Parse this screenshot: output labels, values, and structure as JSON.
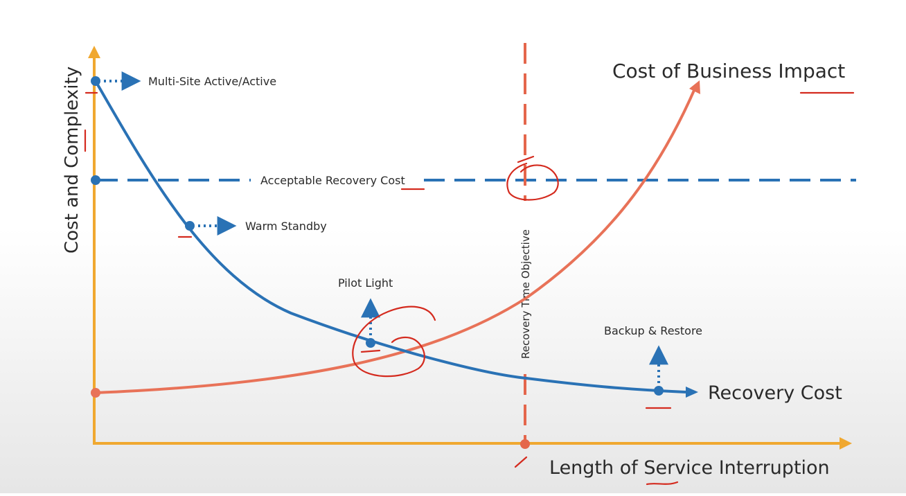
{
  "colors": {
    "axis": "#f0a830",
    "recovery_blue": "#2a72b5",
    "business_red": "#e87258",
    "rto_red": "#e4664c",
    "annotation_red": "#d42a1e",
    "text": "#2a2a2a"
  },
  "axes": {
    "y_label": "Cost and Complexity",
    "x_label": "Length of Service Interruption"
  },
  "curves": {
    "recovery_cost_label": "Recovery Cost",
    "business_impact_label": "Cost of Business Impact"
  },
  "threshold": {
    "acceptable_label": "Acceptable Recovery Cost",
    "rto_label": "Recovery Time Objective"
  },
  "strategies": [
    {
      "label": "Multi-Site Active/Active"
    },
    {
      "label": "Warm Standby"
    },
    {
      "label": "Pilot Light"
    },
    {
      "label": "Backup & Restore"
    }
  ]
}
